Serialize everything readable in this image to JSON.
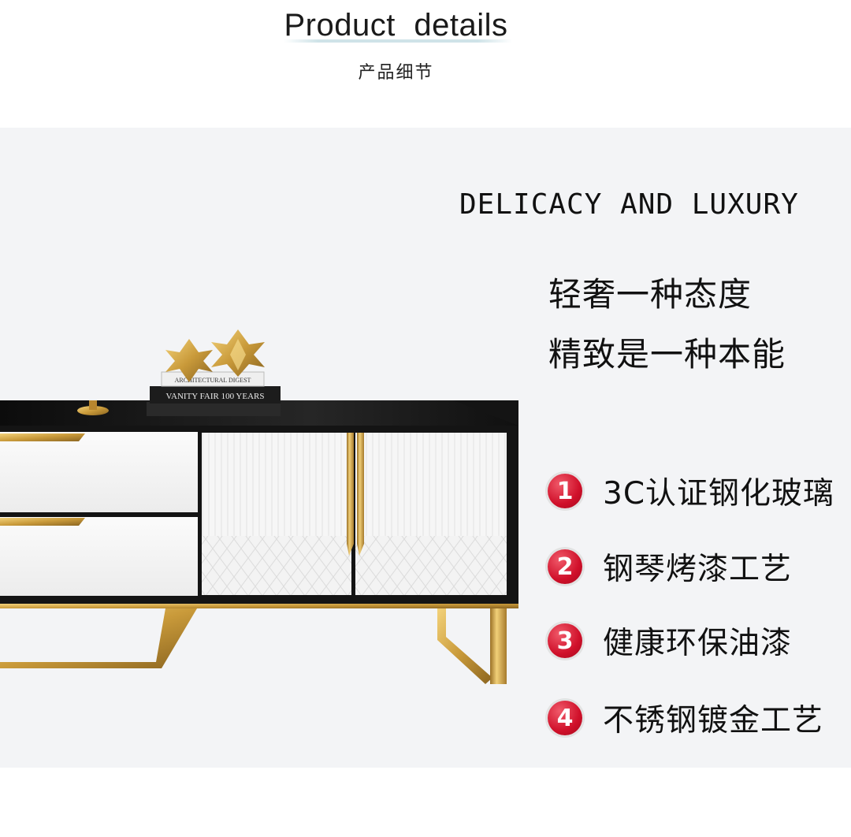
{
  "header": {
    "title_en": "Product details",
    "title_cn": "产品细节"
  },
  "panel": {
    "heading": "DELICACY AND LUXURY",
    "slogans": [
      "轻奢一种态度",
      "精致是一种本能"
    ],
    "features": [
      {
        "number": "1",
        "text": "3C认证钢化玻璃"
      },
      {
        "number": "2",
        "text": "钢琴烤漆工艺"
      },
      {
        "number": "3",
        "text": "健康环保油漆"
      },
      {
        "number": "4",
        "text": "不锈钢镀金工艺"
      }
    ]
  },
  "product_image": {
    "book_titles": [
      "ARCHITECTURAL DIGEST",
      "VANITY FAIR 100 YEARS"
    ]
  },
  "colors": {
    "panel_bg": "#f3f4f6",
    "gold": "#c99a3a",
    "badge_red": "#d0102a",
    "cabinet_black": "#141414",
    "cabinet_white": "#f7f7f7"
  }
}
